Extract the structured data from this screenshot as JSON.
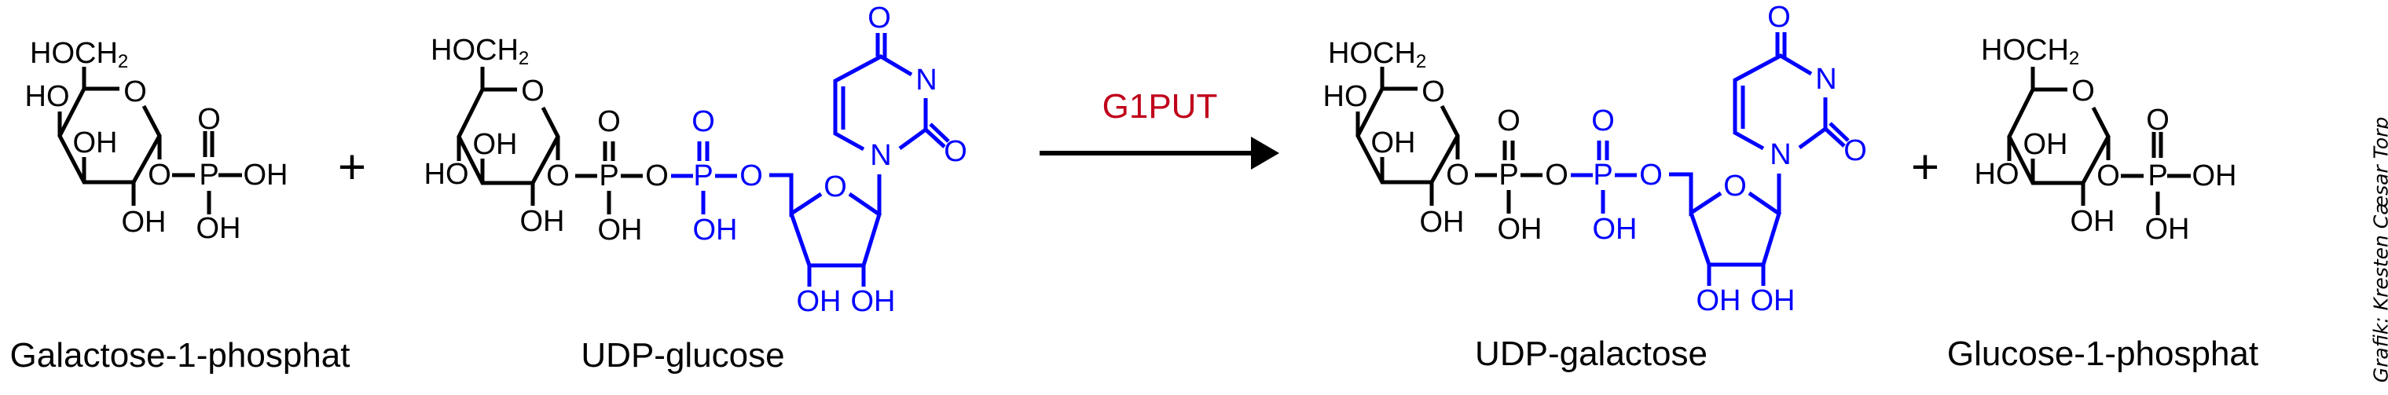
{
  "atoms": {
    "hoch2_main": "HOCH",
    "hoch2_sub": "2",
    "oh": "OH",
    "ho": "HO",
    "o": "O",
    "p": "P",
    "n": "N"
  },
  "reaction": {
    "plus": "+",
    "enzyme": "G1PUT",
    "enzyme_color": "#c0001a",
    "uridine_color": "#0000ff"
  },
  "molecules": {
    "reactant_1": "Galactose-1-phosphat",
    "reactant_2": "UDP-glucose",
    "product_1": "UDP-galactose",
    "product_2": "Glucose-1-phosphat"
  },
  "credit": "Grafik: Kresten Cæsar Torp"
}
